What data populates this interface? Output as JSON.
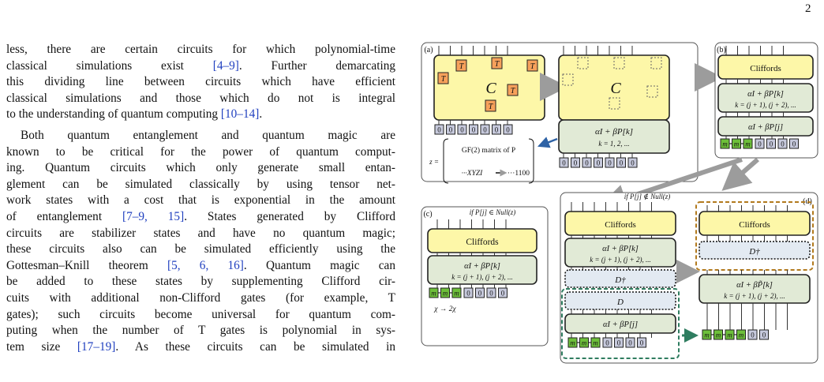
{
  "page_number": "2",
  "text_lines": [
    {
      "pre": "less, there are certain circuits for which polynomial-time",
      "cite": "",
      "post": ""
    },
    {
      "pre": "classical simulations exist ",
      "cite": "[4–9]",
      "post": ". Further demarcating"
    },
    {
      "pre": "this dividing line between circuits which have efficient",
      "cite": "",
      "post": ""
    },
    {
      "pre": "classical simulations and those which do not is integral",
      "cite": "",
      "post": ""
    },
    {
      "pre": "to the understanding of quantum computing ",
      "cite": "[10–14]",
      "post": "."
    },
    {
      "pre": "Both quantum entanglement and quantum magic are",
      "cite": "",
      "post": ""
    },
    {
      "pre": "known to be critical for the power of quantum comput-",
      "cite": "",
      "post": ""
    },
    {
      "pre": "ing. Quantum circuits which only generate small entan-",
      "cite": "",
      "post": ""
    },
    {
      "pre": "glement can be simulated classically by using tensor net-",
      "cite": "",
      "post": ""
    },
    {
      "pre": "work states with a cost that is exponential in the amount",
      "cite": "",
      "post": ""
    },
    {
      "pre": "of entanglement ",
      "cite": "[7–9, 15]",
      "post": ". States generated by Clifford"
    },
    {
      "pre": "circuits are stabilizer states and have no quantum magic;",
      "cite": "",
      "post": ""
    },
    {
      "pre": "these circuits also can be simulated efficiently using the",
      "cite": "",
      "post": ""
    },
    {
      "pre": "Gottesman–Knill theorem ",
      "cite": "[5, 6, 16]",
      "post": ". Quantum magic can"
    },
    {
      "pre": "be added to these states by supplementing Clifford cir-",
      "cite": "",
      "post": ""
    },
    {
      "pre": "cuits with additional non-Clifford gates (for example, T",
      "cite": "",
      "post": ""
    },
    {
      "pre": "gates); such circuits become universal for quantum com-",
      "cite": "",
      "post": ""
    },
    {
      "pre": "puting when the number of T gates is polynomial in sys-",
      "cite": "",
      "post": ""
    },
    {
      "pre": "tem size ",
      "cite": "[17–19]",
      "post": ". As these circuits can be simulated in"
    }
  ],
  "figure": {
    "panel_a": "(a)",
    "panel_b": "(b)",
    "panel_c": "(c)",
    "panel_d": "(d)",
    "circuit_symbol": "C",
    "t_gate": "T",
    "zero": "0",
    "m": "m",
    "cliffords": "Cliffords",
    "gate_k": "αI + βP[k]",
    "gate_j": "αI + βP[j]",
    "gate_k_tilde": "αI + βP̃[k]",
    "k_range_a": "k = 1, 2, ...",
    "k_range": "k = (j + 1), (j + 2), ...",
    "d_dagger": "D†",
    "d": "D",
    "z_eq": "z =",
    "gf2": "GF(2) matrix of P",
    "xyzi": "···XYZI",
    "bits": "···1100",
    "cond_c": "if P[j] ∈ Null(z)",
    "cond_d": "if P[j] ∉ Null(z)",
    "chi": "χ → 2χ",
    "colors": {
      "yellow": "#fdf7a8",
      "green_gate": "#e1ead6",
      "green_m": "#6dbf3a",
      "blue_dots": "#e3eaf2",
      "t_orange": "#f7a15b",
      "zero_box": "#c6c9dc",
      "gray_arrow": "#9c9c9c",
      "teal": "#2f7d60",
      "brown": "#b27a1e",
      "blue_arrow": "#2e62a5"
    }
  }
}
